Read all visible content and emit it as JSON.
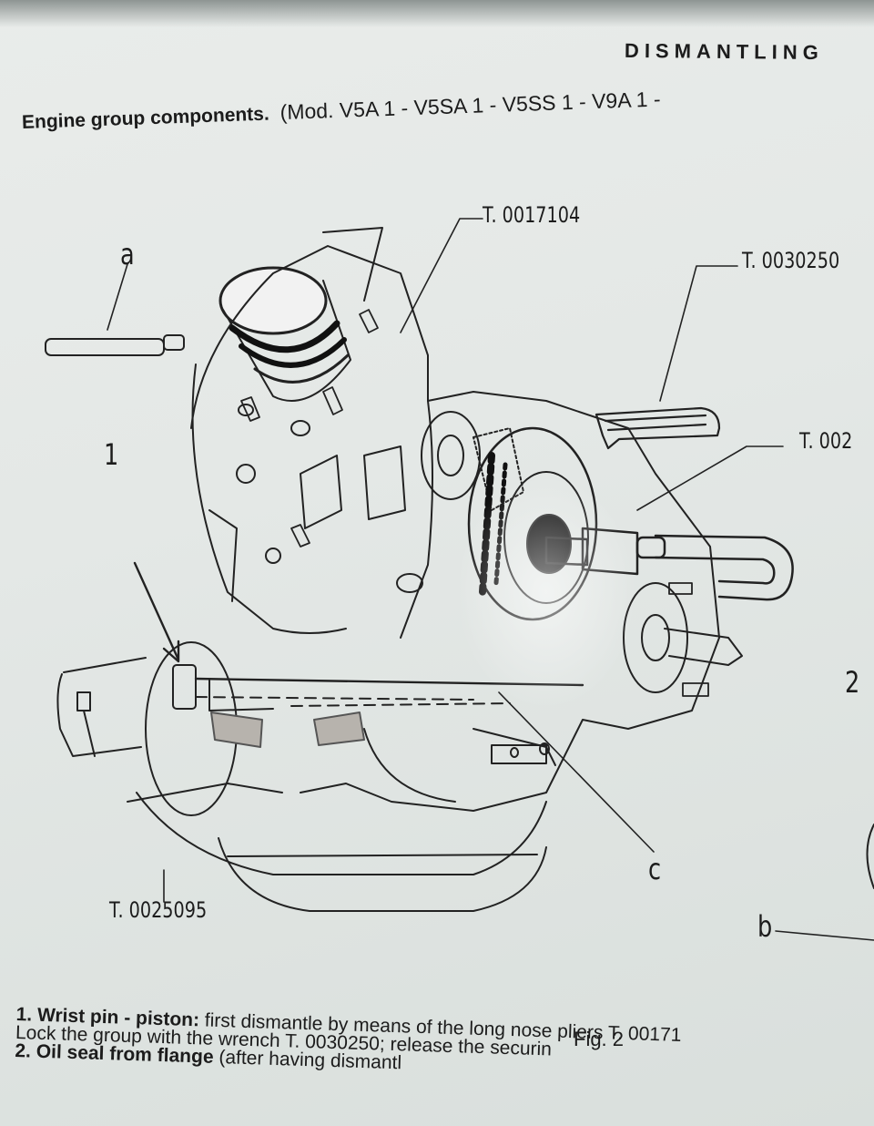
{
  "header": {
    "title": "DISMANTLING"
  },
  "subtitle": {
    "bold": "Engine group components.",
    "models": "(Mod. V5A 1 - V5SA 1 - V5SS 1 - V9A 1 -"
  },
  "figure": {
    "labels": {
      "tool_top": "T. 0017104",
      "tool_right_upper": "T. 0030250",
      "tool_right_mid": "T. 002",
      "tool_bottom": "T. 0025095",
      "letter_a": "a",
      "letter_b": "b",
      "letter_c": "c",
      "number_1": "1",
      "number_2": "2"
    },
    "caption": "Fig. 2"
  },
  "text": {
    "line1_bold": "1. Wrist pin - piston:",
    "line1_rest": " first dismantle by means of the long nose pliers T. 00171",
    "line2": "Lock the group with the wrench T. 0030250; release the securin",
    "line3_bold": "2. Oil seal from flange",
    "line3_rest": " (after having dismantl"
  }
}
